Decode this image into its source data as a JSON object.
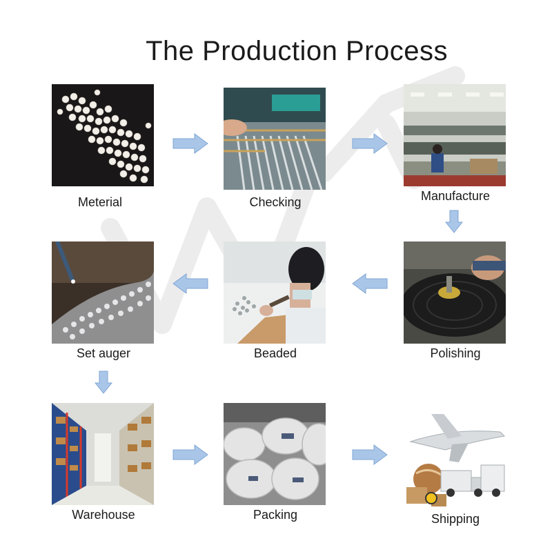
{
  "title": "The Production Process",
  "steps": [
    {
      "label": "Meterial",
      "image": "white-pearl-beads-photo"
    },
    {
      "label": "Checking",
      "image": "glass-rod-inspection-photo"
    },
    {
      "label": "Manufacture",
      "image": "factory-floor-photo"
    },
    {
      "label": "Polishing",
      "image": "polishing-wheel-photo"
    },
    {
      "label": "Beaded",
      "image": "worker-beading-photo"
    },
    {
      "label": "Set auger",
      "image": "rhinestone-setting-photo"
    },
    {
      "label": "Warehouse",
      "image": "warehouse-shelves-photo"
    },
    {
      "label": "Packing",
      "image": "packed-bags-photo"
    },
    {
      "label": "Shipping",
      "image": "airplane-truck-cargo-photo"
    }
  ],
  "colors": {
    "arrow_fill": "#a9c6e8",
    "arrow_stroke": "#7fa5d3",
    "title": "#1a1a1a"
  }
}
